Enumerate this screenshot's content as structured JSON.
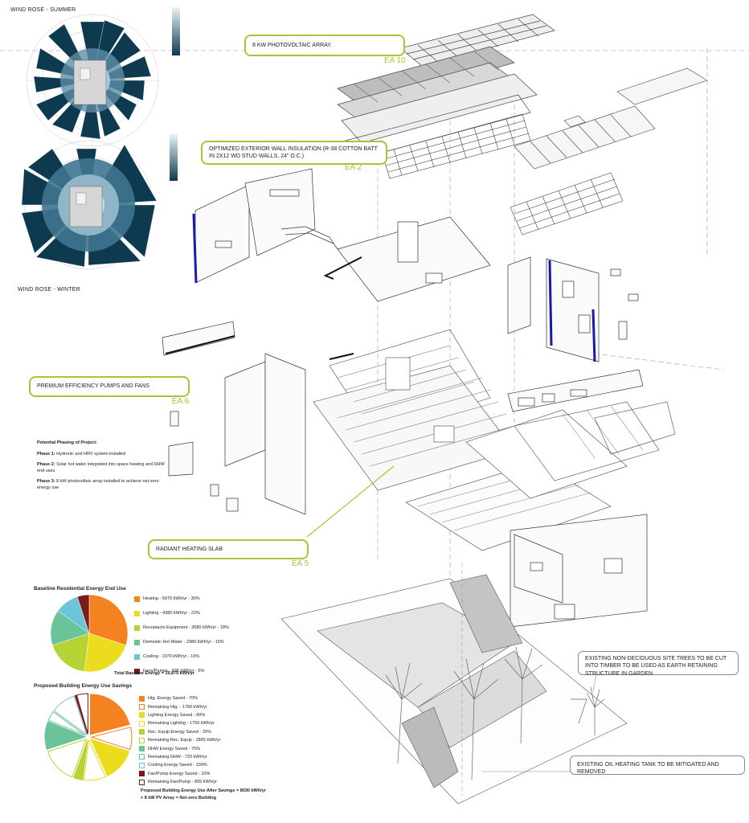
{
  "wind_rose": {
    "summer_title": "WIND ROSE - SUMMER",
    "winter_title": "WIND ROSE - WINTER"
  },
  "callouts": {
    "pv": {
      "text": "8 KW PHOTOVOLTAIC ARRAY.",
      "tag": "EA 10"
    },
    "insulation": {
      "text": "OPTIMIZED EXTERIOR WALL INSULATION (R-38 COTTON BATT IN 2X12 WD STUD WALLS, 24\" O.C.)",
      "tag": "EA 2"
    },
    "pumps": {
      "text": "PREMIUM EFFICIENCY PUMPS AND FANS",
      "tag": "EA 6"
    },
    "slab": {
      "text": "RADIANT HEATING SLAB",
      "tag": "EA 5"
    }
  },
  "notes": {
    "trees": "EXISTING NON-DECIDUOUS SITE TREES TO BE CUT INTO TIMBER TO BE USED AS EARTH RETAINING STRUCTURE IN GARDEN",
    "oil": "EXISTING OIL HEATING TANK TO BE MITIGATED AND REMOVED"
  },
  "phasing": {
    "title": "Potential Phasing of Project:",
    "phases": [
      {
        "label": "Phase 1:",
        "text": "Hydronic and HRV system installed"
      },
      {
        "label": "Phase 2:",
        "text": "Solar hot water integrated into space heating and DHW end uses"
      },
      {
        "label": "Phase 3:",
        "text": "8 kW photovoltaic array installed to achieve net-zero energy use"
      }
    ]
  },
  "colors": {
    "accent": "#a6c63a",
    "heating": "#f58220",
    "lighting": "#ecdc1e",
    "receptacle": "#b5d334",
    "dhw": "#6bc39a",
    "cooling": "#6cc4d8",
    "fans": "#7a1a1a",
    "wind_dark": "#0d3a4f",
    "wall_blue": "#1a1aa8"
  },
  "chart_data": [
    {
      "type": "pie",
      "title": "Baseline Residential Energy End Use",
      "categories": [
        "Heating - 5970 kWh/yr - 30%",
        "Lighting - 4380 kWh/yr - 22%",
        "Receptacle Equipment - 3580 kWh/yr - 18%",
        "Domestic Hot Water - 2980 kWh/yr - 15%",
        "Cooling - 1970 kWh/yr - 10%",
        "Fans/Pumps - 995 kWh/yr - 5%"
      ],
      "values": [
        30,
        22,
        18,
        15,
        10,
        5
      ],
      "colors": [
        "#f58220",
        "#ecdc1e",
        "#b5d334",
        "#6bc39a",
        "#6cc4d8",
        "#7a1a1a"
      ],
      "total_label": "Total Baseline Energy = 19,875 kWh/yr"
    },
    {
      "type": "pie",
      "title": "Proposed Building Energy Use Savings",
      "categories": [
        "Htg. Energy Saved - 70%",
        "Remaining Htg. - 1790 kWh/yr",
        "Lighting Energy Saved - 60%",
        "Remaining Lighting - 1750 kWh/yr",
        "Rec. Equip Energy Saved - 20%",
        "Remaining Rec. Equip - 2865 kWh/yr",
        "DHW Energy Saved - 75%",
        "Remaining DHW - 720 kWh/yr",
        "Cooling Energy Saved - 100%",
        "Fan/Pump Energy Saved - 10%",
        "Remaining Fan/Pump - 895 kWh/yr"
      ],
      "values": [
        21,
        9,
        13.2,
        8.8,
        3.6,
        14.4,
        11.25,
        3.75,
        10,
        0.5,
        4.5
      ],
      "colors": [
        "#f58220",
        "#ffffff",
        "#ecdc1e",
        "#ffffff",
        "#b5d334",
        "#ffffff",
        "#6bc39a",
        "#ffffff",
        "#ffffff",
        "#7a1a1a",
        "#ffffff"
      ],
      "outlines": [
        "#f58220",
        "#f58220",
        "#ecdc1e",
        "#ecdc1e",
        "#b5d334",
        "#b5d334",
        "#6bc39a",
        "#6bc39a",
        "#6cc4d8",
        "#7a1a1a",
        "#7a1a1a"
      ],
      "total_label_line1": "Proposed Building Energy Use After Savings = 8030 kWh/yr",
      "total_label_line2": "+ 8 kW PV Array = Net-zero Building"
    }
  ]
}
